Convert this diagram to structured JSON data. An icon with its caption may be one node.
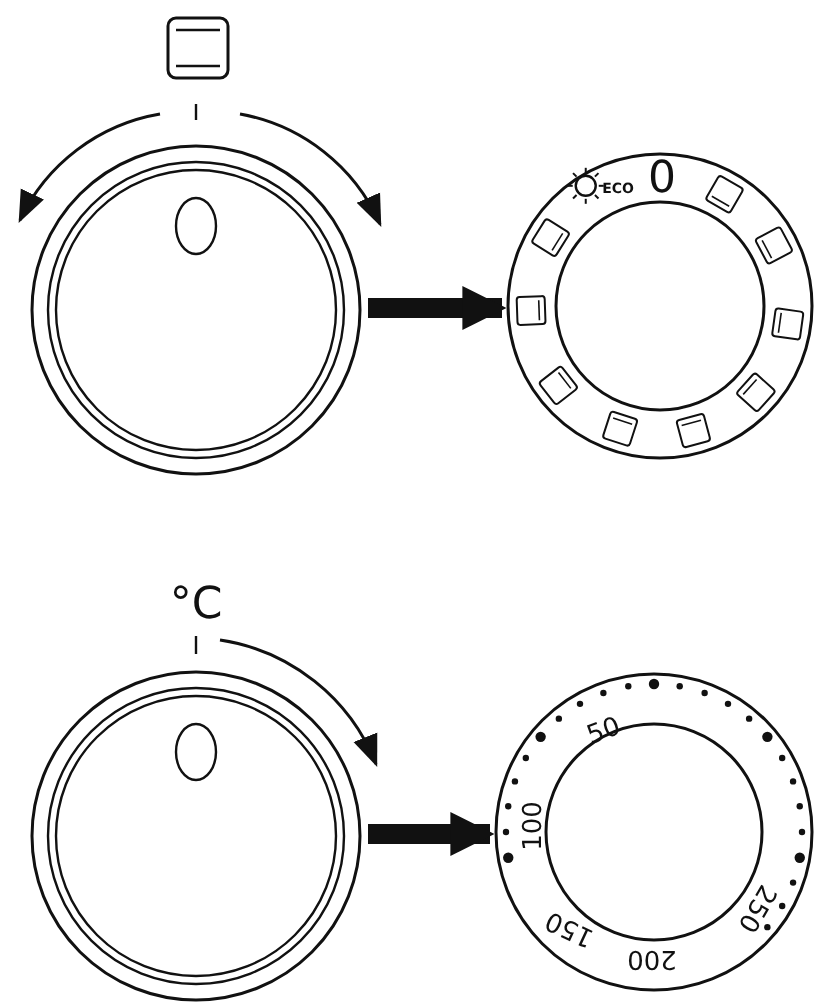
{
  "diagram": {
    "nodes": [
      {
        "text": [],
        "shape": "circle"
      },
      {
        "text": [
          "ECO",
          "0"
        ]
      },
      {
        "text": [],
        "shape": "circle"
      },
      {
        "text": [
          "50",
          "100",
          "150",
          "200",
          "250"
        ]
      }
    ],
    "edges": [
      {
        "from": 0,
        "to": 1,
        "arrow": "to"
      },
      {
        "from": 2,
        "to": 3,
        "arrow": "to"
      }
    ],
    "labels": [
      "°C"
    ]
  }
}
